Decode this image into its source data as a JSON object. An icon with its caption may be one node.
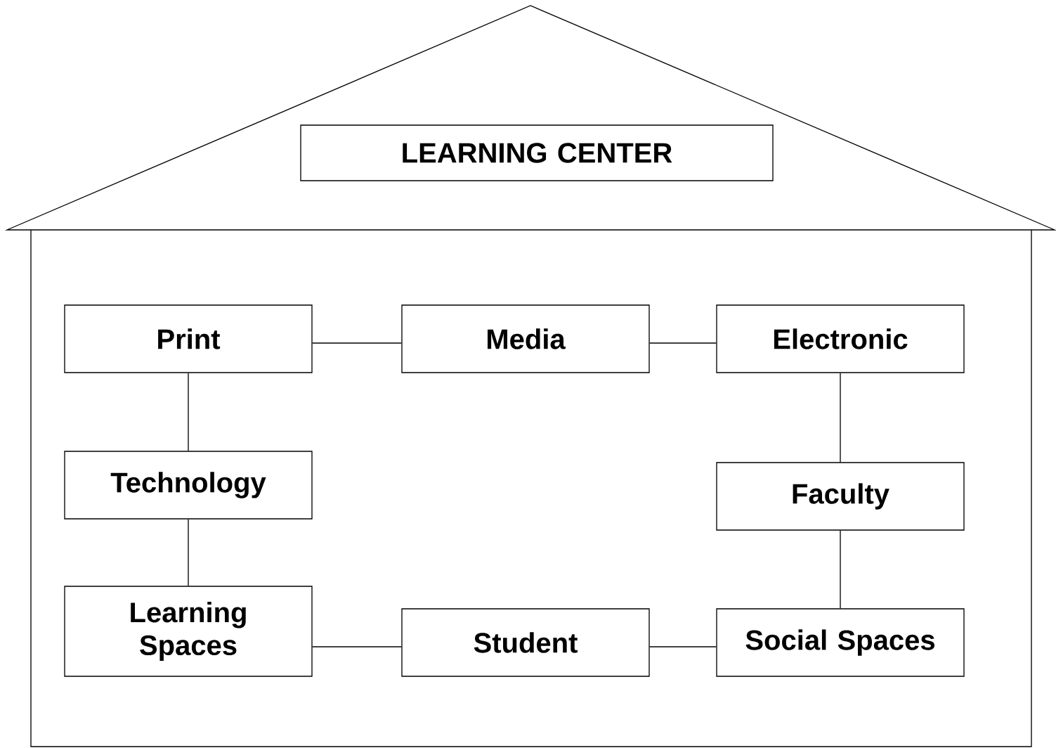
{
  "diagram": {
    "nodes": [
      {
        "text": [
          "LEARNING CENTER"
        ]
      },
      {
        "text": [
          "Print"
        ]
      },
      {
        "text": [
          "Media"
        ]
      },
      {
        "text": [
          "Electronic"
        ]
      },
      {
        "text": [
          "Technology"
        ]
      },
      {
        "text": [
          "Faculty"
        ]
      },
      {
        "text": [
          "Learning Spaces"
        ]
      },
      {
        "text": [
          "Student"
        ]
      },
      {
        "text": [
          "Social Spaces"
        ]
      }
    ],
    "edges": [
      {
        "from": 1,
        "to": 2,
        "arrow": "none"
      },
      {
        "from": 2,
        "to": 3,
        "arrow": "none"
      },
      {
        "from": 1,
        "to": 4,
        "arrow": "none"
      },
      {
        "from": 4,
        "to": 6,
        "arrow": "none"
      },
      {
        "from": 3,
        "to": 5,
        "arrow": "none"
      },
      {
        "from": 5,
        "to": 8,
        "arrow": "none"
      },
      {
        "from": 6,
        "to": 7,
        "arrow": "none"
      },
      {
        "from": 7,
        "to": 8,
        "arrow": "none"
      }
    ]
  }
}
